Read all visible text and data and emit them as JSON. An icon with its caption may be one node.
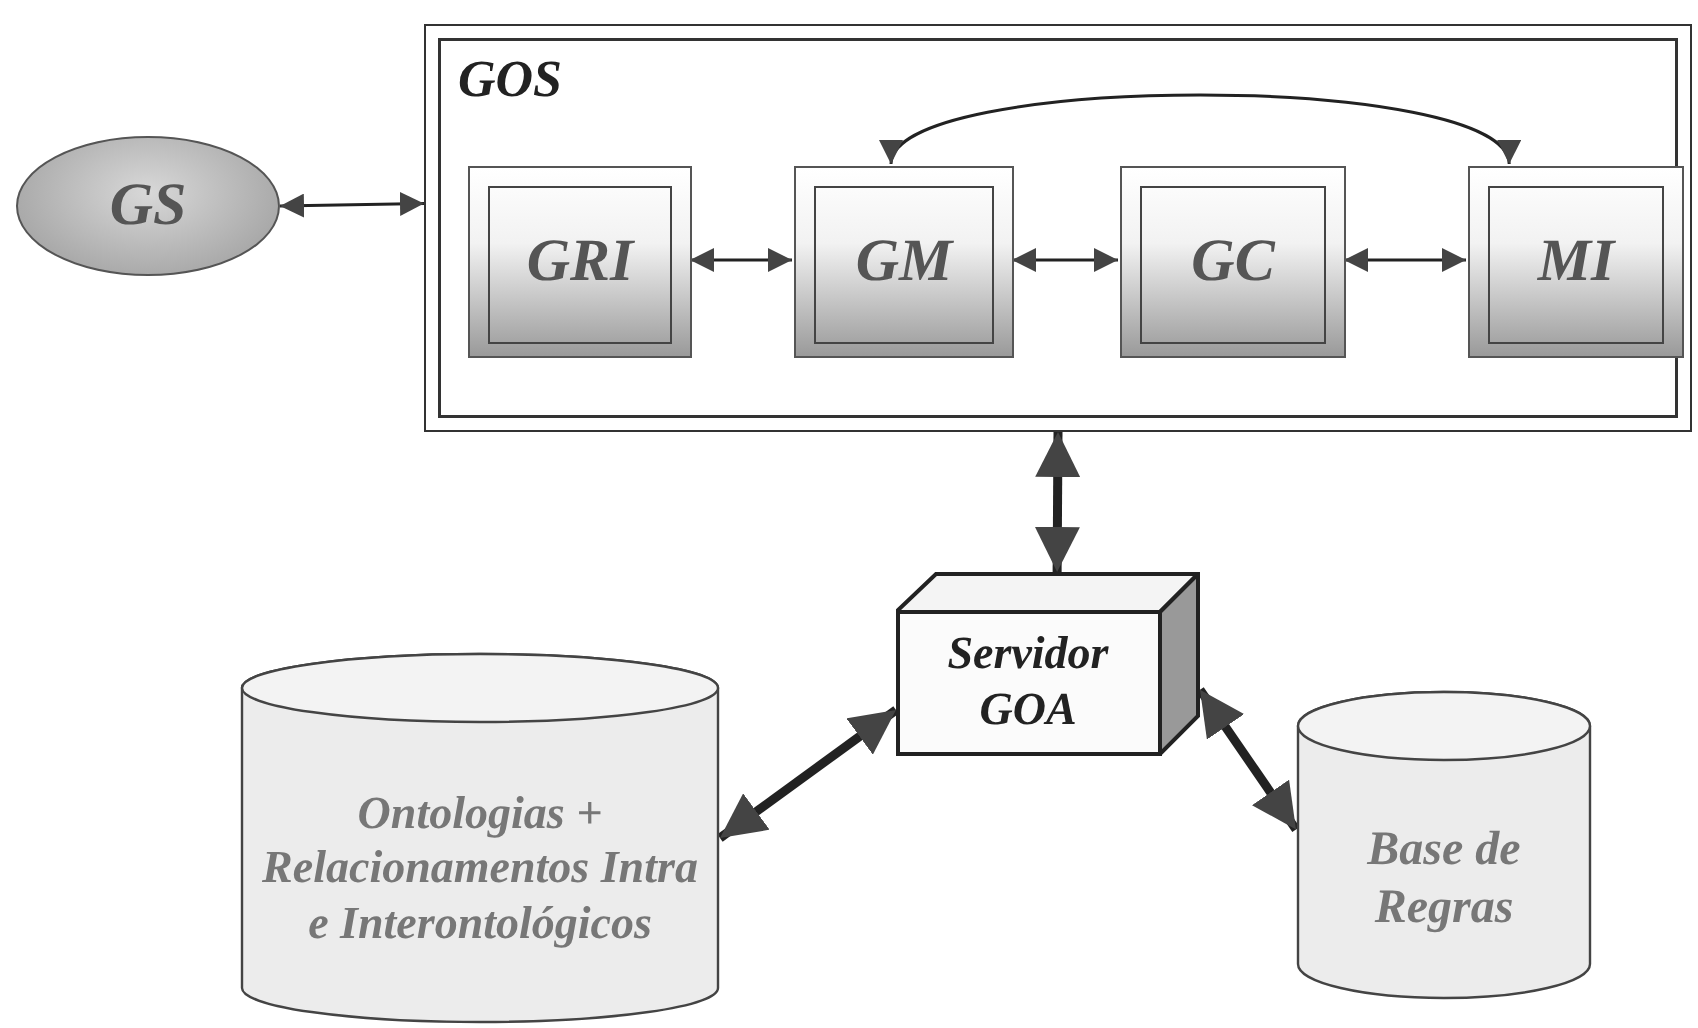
{
  "diagram": {
    "nodes": [
      {
        "text": [
          "GOS"
        ]
      },
      {
        "text": [
          "GS"
        ]
      },
      {
        "text": [
          "GRI"
        ],
        "in": 0
      },
      {
        "text": [
          "GM"
        ],
        "in": 0
      },
      {
        "text": [
          "GC"
        ],
        "in": 0
      },
      {
        "text": [
          "MI"
        ],
        "in": 0
      },
      {
        "text": [
          "Servidor GOA"
        ]
      },
      {
        "text": [
          "Ontologias + Relacionamentos Intra e Interontológicos"
        ]
      },
      {
        "text": [
          "Base de Regras"
        ]
      }
    ],
    "edges": [
      {
        "from": 1,
        "to": 0,
        "arrow": "both"
      },
      {
        "from": 2,
        "to": 3,
        "arrow": "both"
      },
      {
        "from": 3,
        "to": 4,
        "arrow": "both"
      },
      {
        "from": 4,
        "to": 5,
        "arrow": "both"
      },
      {
        "from": 3,
        "to": 5,
        "arrow": "both"
      },
      {
        "from": 0,
        "to": 6,
        "arrow": "both",
        "style": "thick"
      },
      {
        "from": 6,
        "to": 7,
        "arrow": "both",
        "style": "thick"
      },
      {
        "from": 6,
        "to": 8,
        "arrow": "both",
        "style": "thick"
      }
    ]
  }
}
